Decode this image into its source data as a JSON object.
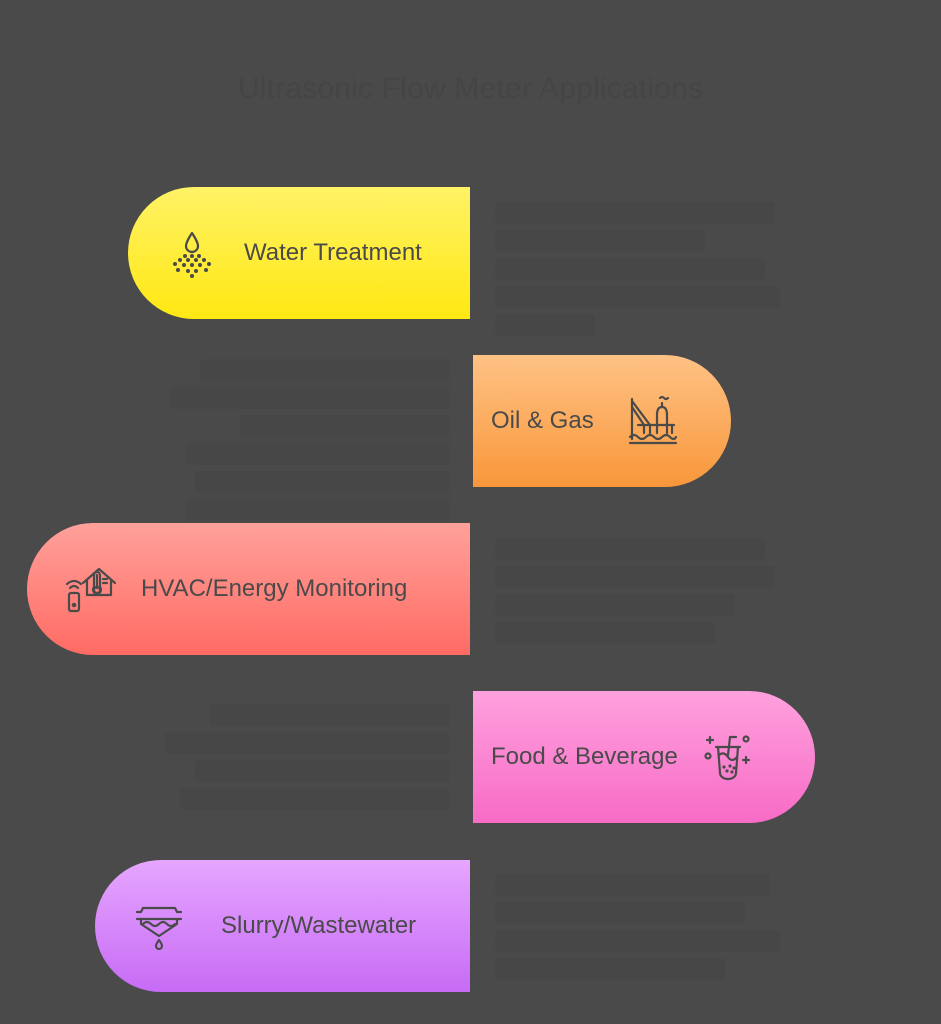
{
  "title": "Ultrasonic Flow Meter Applications",
  "background_color": "#4a4a4a",
  "items": [
    {
      "label": "Water Treatment",
      "icon": "water-droplet-dispersal-icon",
      "side": "left",
      "gradient": [
        "#fff266",
        "#ffe812"
      ]
    },
    {
      "label": "Oil & Gas",
      "icon": "offshore-oil-rig-icon",
      "side": "right",
      "gradient": [
        "#ffc285",
        "#f8973a"
      ]
    },
    {
      "label": "HVAC/Energy Monitoring",
      "icon": "smart-home-thermostat-icon",
      "side": "left",
      "gradient": [
        "#ffa19b",
        "#ff6b63"
      ]
    },
    {
      "label": "Food & Beverage",
      "icon": "bubble-tea-drink-icon",
      "side": "right",
      "gradient": [
        "#ffa1de",
        "#f76bc6"
      ]
    },
    {
      "label": "Slurry/Wastewater",
      "icon": "sewage-filter-tank-icon",
      "side": "left",
      "gradient": [
        "#e6a6ff",
        "#c76bf5"
      ]
    }
  ]
}
